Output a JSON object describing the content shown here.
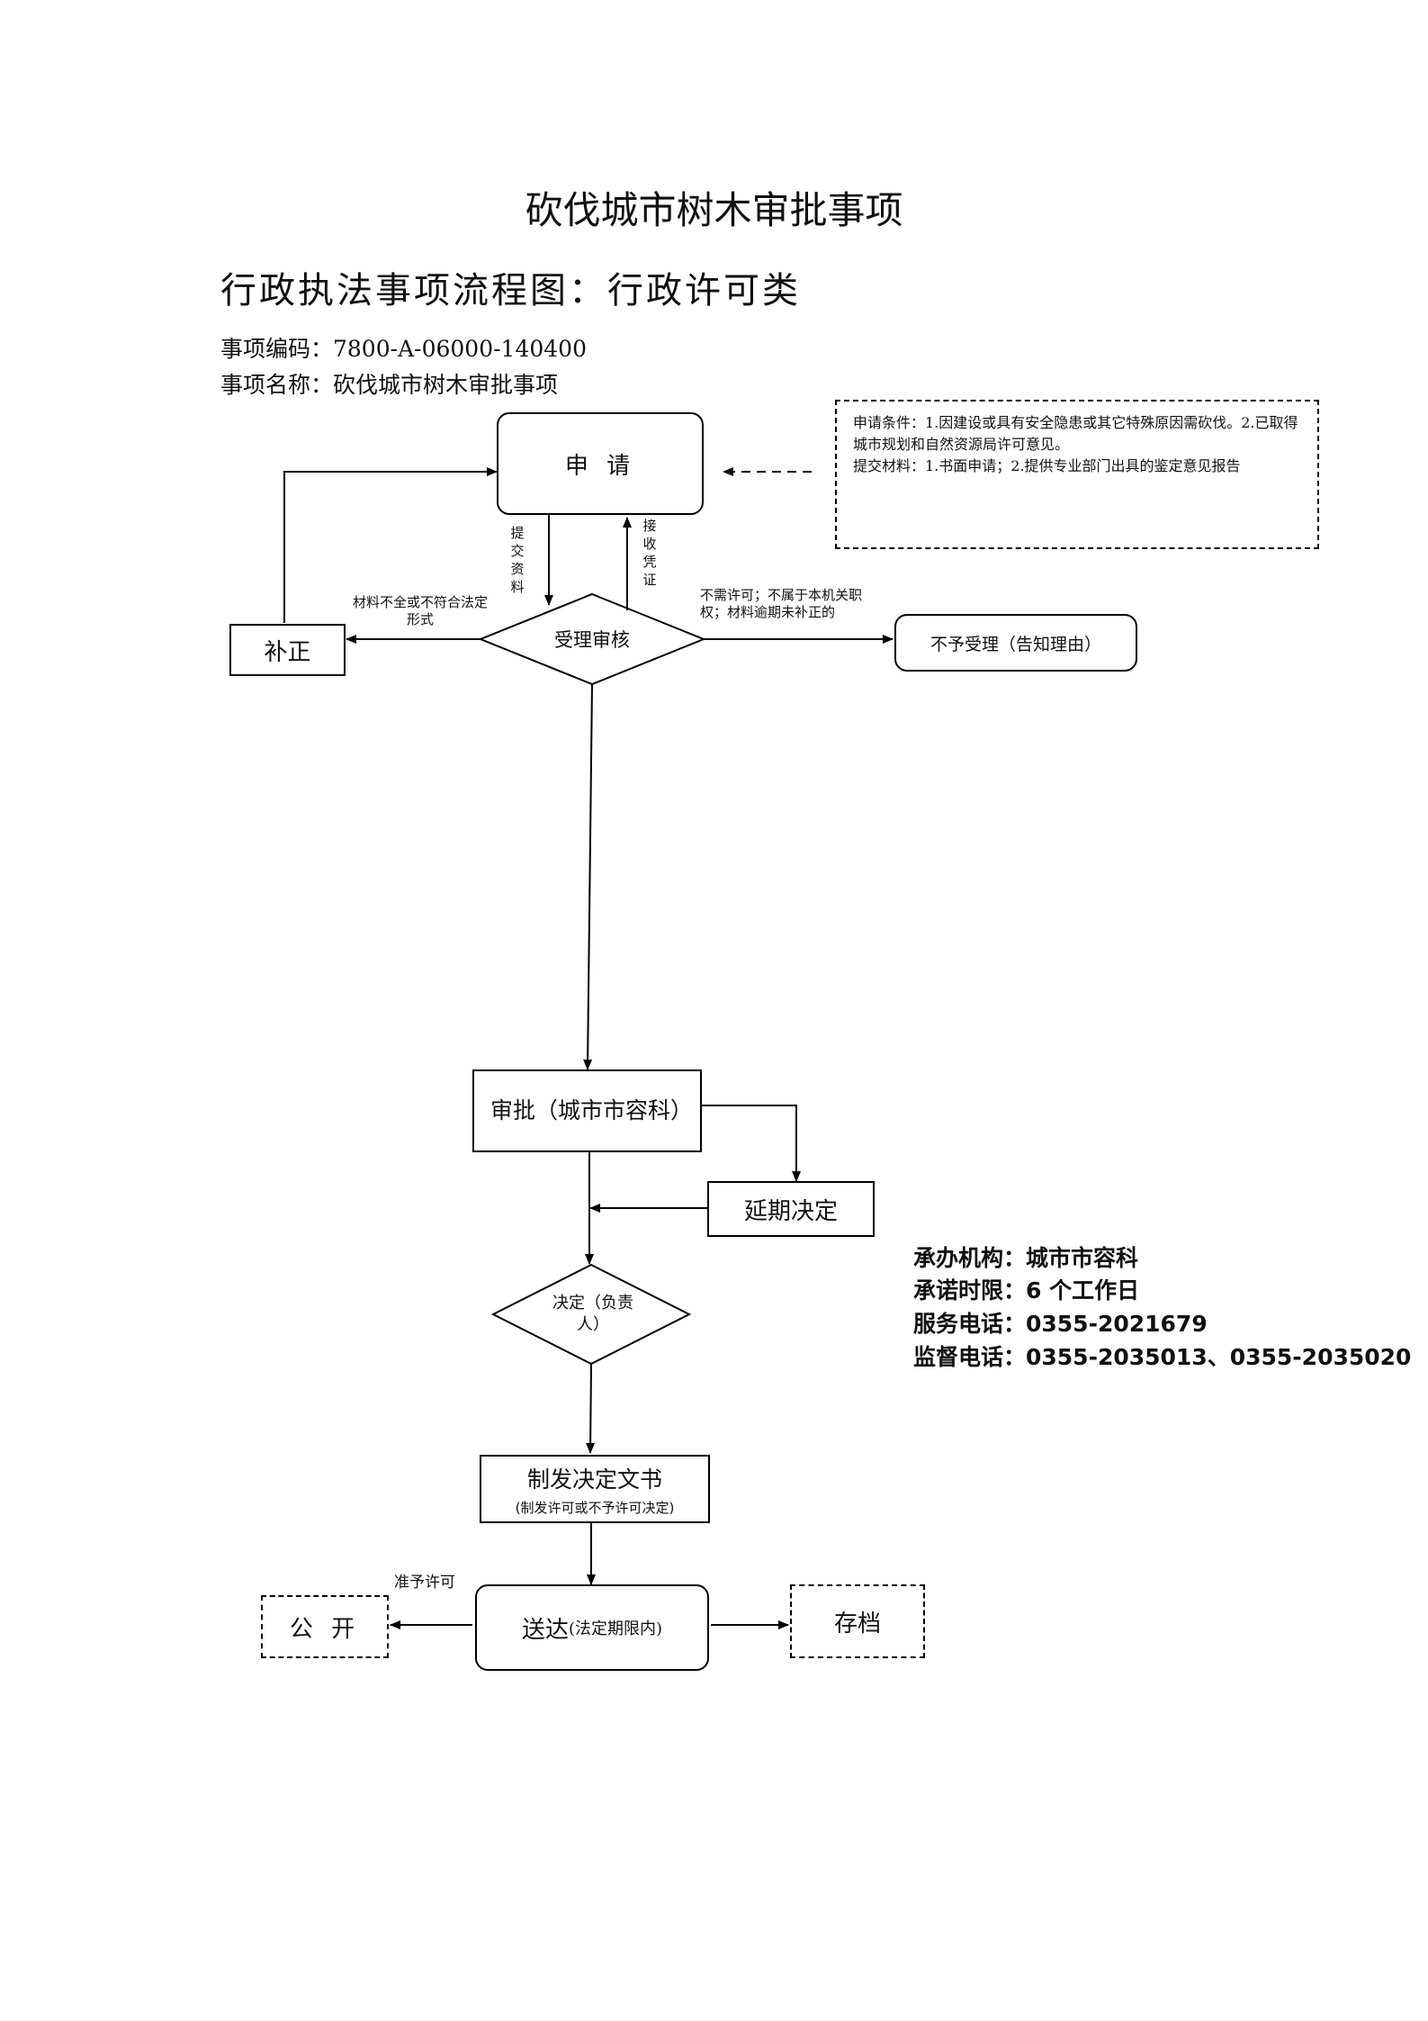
{
  "document": {
    "title": "砍伐城市树木审批事项",
    "subtitle": "行政执法事项流程图：行政许可类",
    "item_code": "事项编码：7800-A-06000-140400",
    "item_name": "事项名称：砍伐城市树木审批事项"
  },
  "notes": {
    "conditions": "申请条件：1.因建设或具有安全隐患或其它特殊原因需砍伐。2.已取得城市规划和自然资源局许可意见。",
    "materials": "提交材料：1.书面申请；2.提供专业部门出具的鉴定意见报告"
  },
  "nodes": {
    "apply": "申 请",
    "review": "受理审核",
    "supplement": "补正",
    "reject": "不予受理（告知理由）",
    "approve": "审批（城市市容科）",
    "extend": "延期决定",
    "decide": "决定（负责人）",
    "issue": "制发决定文书",
    "issue_sub": "(制发许可或不予许可决定)",
    "deliver": "送达",
    "deliver_sub": "(法定期限内)",
    "publish": "公 开",
    "archive": "存档"
  },
  "edge_labels": {
    "submit": "提交资料",
    "receipt": "接收凭证",
    "incomplete": "材料不全或不符合法定形式",
    "no_permit": "不需许可；不属于本机关职权；材料逾期未补正的",
    "grant": "准予许可"
  },
  "info": {
    "agency": "承办机构：城市市容科",
    "time_limit": "承诺时限：6 个工作日",
    "service_phone": "服务电话：0355-2021679",
    "supervise_phone": "监督电话：0355-2035013、0355-2035020"
  }
}
